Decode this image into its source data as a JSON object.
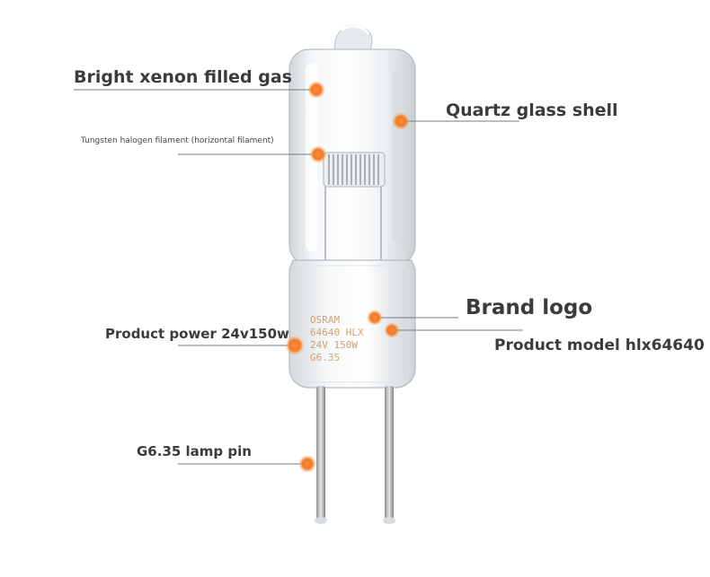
{
  "labels": {
    "xenon": "Bright xenon filled gas",
    "quartz": "Quartz glass shell",
    "filament": "Tungsten halogen filament (horizontal filament)",
    "brand": "Brand logo",
    "model": "Product model hlx64640",
    "power": "Product power 24v150w",
    "pin": "G6.35 lamp pin"
  },
  "lamp_print": {
    "line1": "OSRAM",
    "line2": "64640 HLX",
    "line3": "24V 150W",
    "line4": "G6.35"
  },
  "colors": {
    "marker": "#f07a26",
    "marker_glow": "#ffb066",
    "leader_line": "#7a7a7a",
    "glass": "#e9edf0"
  }
}
